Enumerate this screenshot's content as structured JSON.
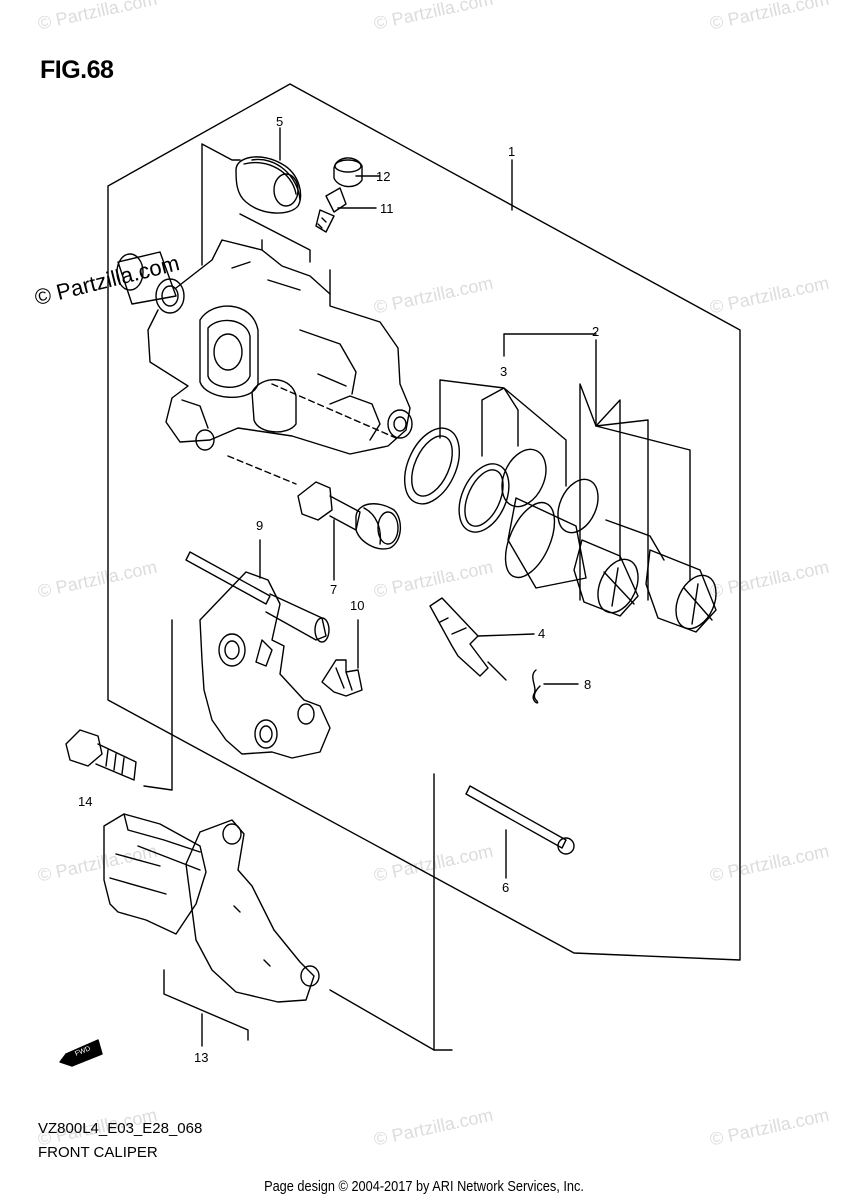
{
  "figure": {
    "title": "FIG.68"
  },
  "model_code": "VZ800L4_E03_E28_068",
  "section_name": "FRONT CALIPER",
  "credit": "Page design © 2004-2017 by ARI Network Services, Inc.",
  "watermark": {
    "text": "© Partzilla.com"
  },
  "fwd_label": "FWD",
  "callouts": {
    "c1": "1",
    "c2": "2",
    "c3": "3",
    "c4": "4",
    "c5": "5",
    "c6": "6",
    "c7": "7",
    "c8": "8",
    "c9": "9",
    "c10": "10",
    "c11": "11",
    "c12": "12",
    "c13": "13",
    "c14": "14"
  },
  "colors": {
    "line": "#000000",
    "watermark": "#dcdcdc",
    "background": "#ffffff"
  }
}
